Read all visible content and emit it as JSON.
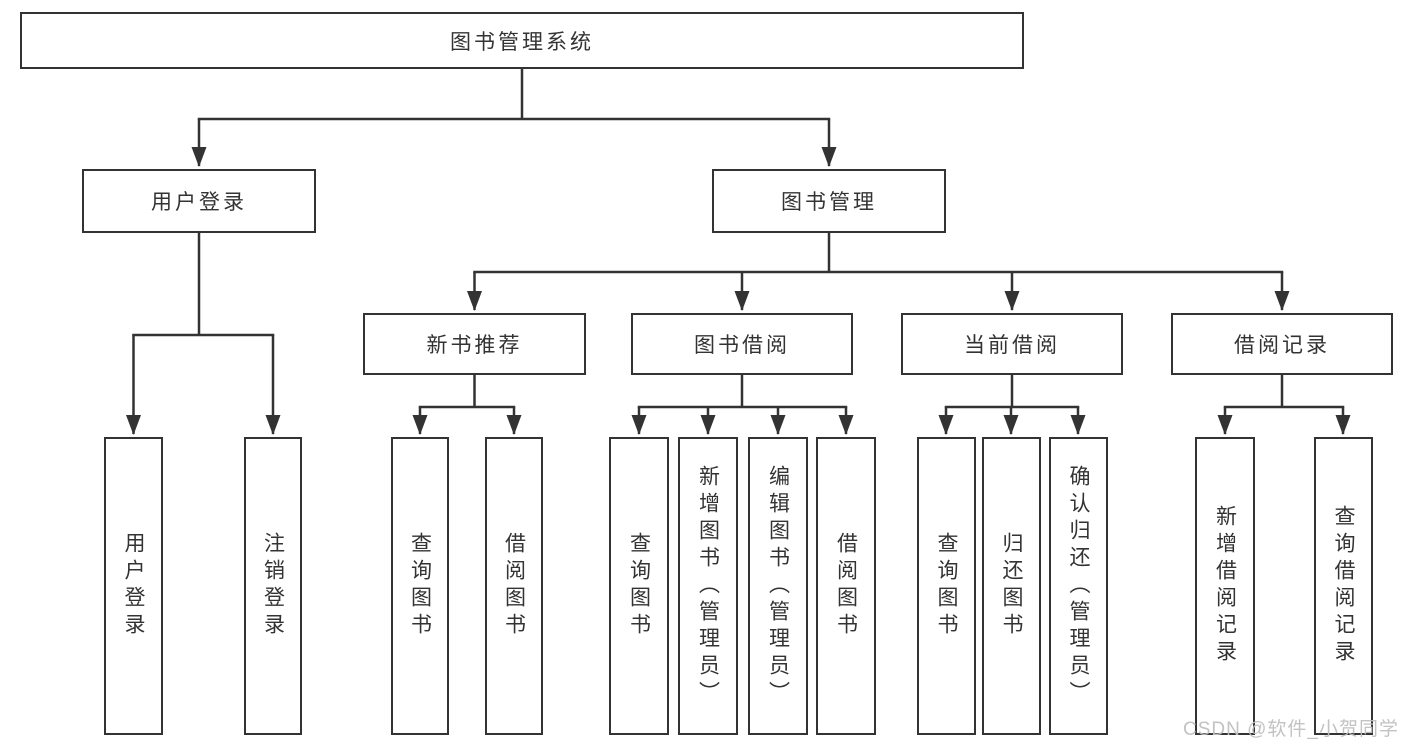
{
  "colors": {
    "line": "#333333",
    "text": "#333333",
    "background": "#ffffff",
    "watermark": "#bfbfbf"
  },
  "tree": {
    "root": {
      "label": "图书管理系统"
    },
    "branches": [
      {
        "label": "用户登录",
        "children": [
          {
            "label": "用户登录"
          },
          {
            "label": "注销登录"
          }
        ]
      },
      {
        "label": "图书管理",
        "groups": [
          {
            "label": "新书推荐",
            "children": [
              {
                "label": "查询图书"
              },
              {
                "label": "借阅图书"
              }
            ]
          },
          {
            "label": "图书借阅",
            "children": [
              {
                "label": "查询图书"
              },
              {
                "label": "新增图书（管理员）"
              },
              {
                "label": "编辑图书（管理员）"
              },
              {
                "label": "借阅图书"
              }
            ]
          },
          {
            "label": "当前借阅",
            "children": [
              {
                "label": "查询图书"
              },
              {
                "label": "归还图书"
              },
              {
                "label": "确认归还（管理员）"
              }
            ]
          },
          {
            "label": "借阅记录",
            "children": [
              {
                "label": "新增借阅记录"
              },
              {
                "label": "查询借阅记录"
              }
            ]
          }
        ]
      }
    ]
  },
  "watermark": {
    "text": "CSDN @软件_小贺同学"
  }
}
